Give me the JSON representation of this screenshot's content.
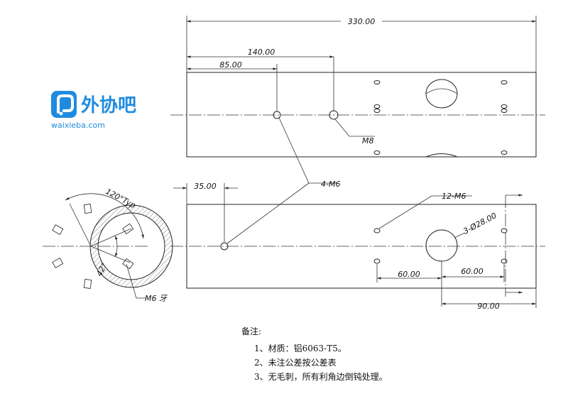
{
  "logo": {
    "name": "外协吧",
    "domain": "waixieba.com",
    "colors": {
      "primary": "#1e8be0",
      "accent": "#2ab1f0"
    }
  },
  "dimensions": {
    "overall_length": "330.00",
    "to_second_m8": "140.00",
    "to_first_m6": "85.00",
    "left_offset": "35.00",
    "hole_spacing_a": "60.00",
    "hole_spacing_b": "60.00",
    "end_offset": "90.00"
  },
  "callouts": {
    "m8": "M8",
    "four_m6": "4-M6",
    "twelve_m6": "12-M6",
    "big_holes": "3-Ø28.00",
    "angle_typ": "120°Typ",
    "angle_42": "42°",
    "m6_thread": "M6 牙"
  },
  "notes": {
    "title": "备注:",
    "items": [
      "1、材质：铝6063-T5。",
      "2、未注公差按公差表",
      "3、无毛刺，所有利角边倒钝处理。"
    ]
  }
}
